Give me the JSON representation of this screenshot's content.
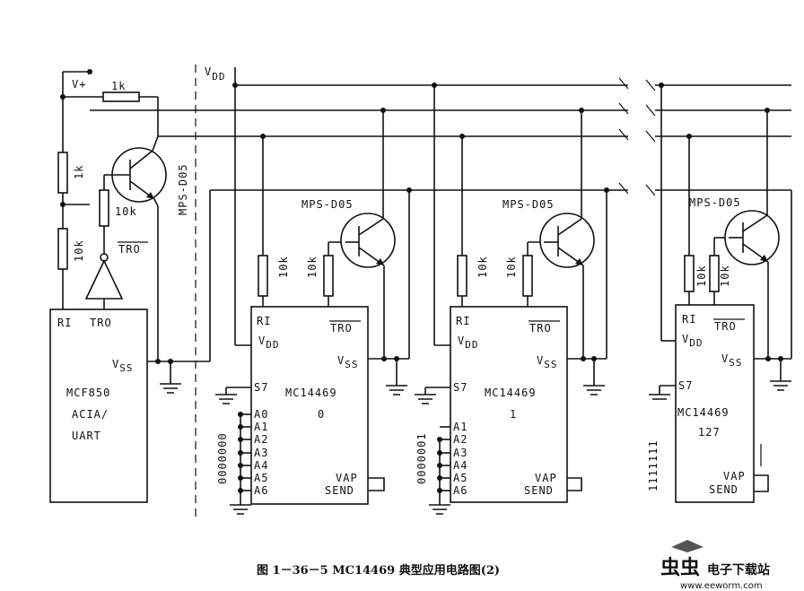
{
  "caption": "图 1－36－5   MC14469 典型应用电路图(2)",
  "supply": {
    "vplus": "V+",
    "vdd_rail": "V",
    "vdd_sub": "DD"
  },
  "resistors": {
    "r1": "1k",
    "r2": "1k",
    "r3": "10k",
    "r4": "10k",
    "pullup": "10k"
  },
  "transistor": {
    "part": "MPS-D05",
    "emitter_res": "10k"
  },
  "signals": {
    "ri": "RI",
    "tro": "TRO",
    "vss": "V",
    "vss_sub": "SS",
    "vdd": "V",
    "vdd_sub": "DD",
    "s7": "S7",
    "vap": "VAP",
    "send": "SEND"
  },
  "uart": {
    "line1": "MCF850",
    "line2": "ACIA/",
    "line3": "UART",
    "ri": "RI",
    "tro": "TRO"
  },
  "chips": [
    {
      "name": "MC14469",
      "index": "0",
      "address_bits": "0000000",
      "pins": [
        "A0",
        "A1",
        "A2",
        "A3",
        "A4",
        "A5",
        "A6"
      ]
    },
    {
      "name": "MC14469",
      "index": "1",
      "address_bits": "0000001",
      "pins": [
        "A1",
        "A2",
        "A3",
        "A4",
        "A5",
        "A6"
      ]
    },
    {
      "name": "MC14469",
      "index": "127",
      "address_bits": "1111111",
      "pins": []
    }
  ],
  "watermark": {
    "name": "虫虫",
    "tagline": "电子下载站",
    "url": "www.eeworm.com"
  }
}
